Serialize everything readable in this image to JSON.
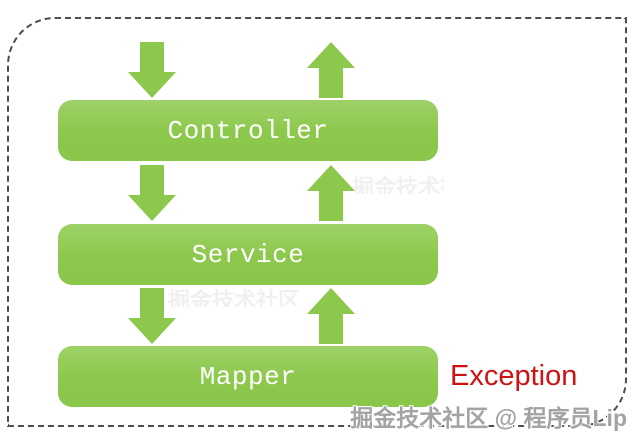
{
  "diagram": {
    "title_semantic": "three-layer architecture with exception flow",
    "layers": [
      {
        "label": "Controller"
      },
      {
        "label": "Service"
      },
      {
        "label": "Mapper"
      }
    ],
    "arrows": [
      {
        "direction": "down",
        "row": "above-controller"
      },
      {
        "direction": "up",
        "row": "above-controller"
      },
      {
        "direction": "down",
        "row": "controller-to-service"
      },
      {
        "direction": "up",
        "row": "service-to-controller"
      },
      {
        "direction": "down",
        "row": "service-to-mapper"
      },
      {
        "direction": "up",
        "row": "mapper-to-service"
      }
    ],
    "exception_label": "Exception",
    "watermark": "掘金技术社区 @ 程序员Lip",
    "colors": {
      "layer_green": "#8cc84b",
      "layer_green_light": "#9ed269",
      "arrow_green": "#8cc84b",
      "exception_red": "#cf1315",
      "watermark_gray": "#a3a3a3",
      "frame_dash_gray": "#4d4d4d",
      "layer_text_white": "#ffffff"
    }
  }
}
